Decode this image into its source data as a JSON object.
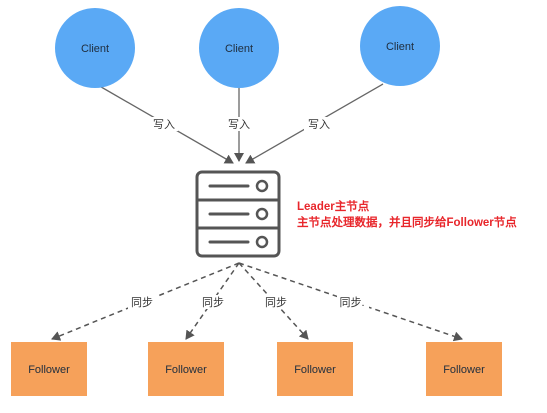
{
  "clients": [
    {
      "label": "Client"
    },
    {
      "label": "Client"
    },
    {
      "label": "Client"
    }
  ],
  "write_label": "写入",
  "sync_label": "同步",
  "sync_label_last": "同步.",
  "leader": {
    "title": "Leader主节点",
    "description": "主节点处理数据，并且同步给Follower节点"
  },
  "followers": [
    {
      "label": "Follower"
    },
    {
      "label": "Follower"
    },
    {
      "label": "Follower"
    },
    {
      "label": "Follower"
    }
  ],
  "colors": {
    "client_fill": "#5aa9f5",
    "follower_fill": "#f6a15a",
    "leader_text": "#e8262b",
    "server_stroke": "#555555"
  }
}
